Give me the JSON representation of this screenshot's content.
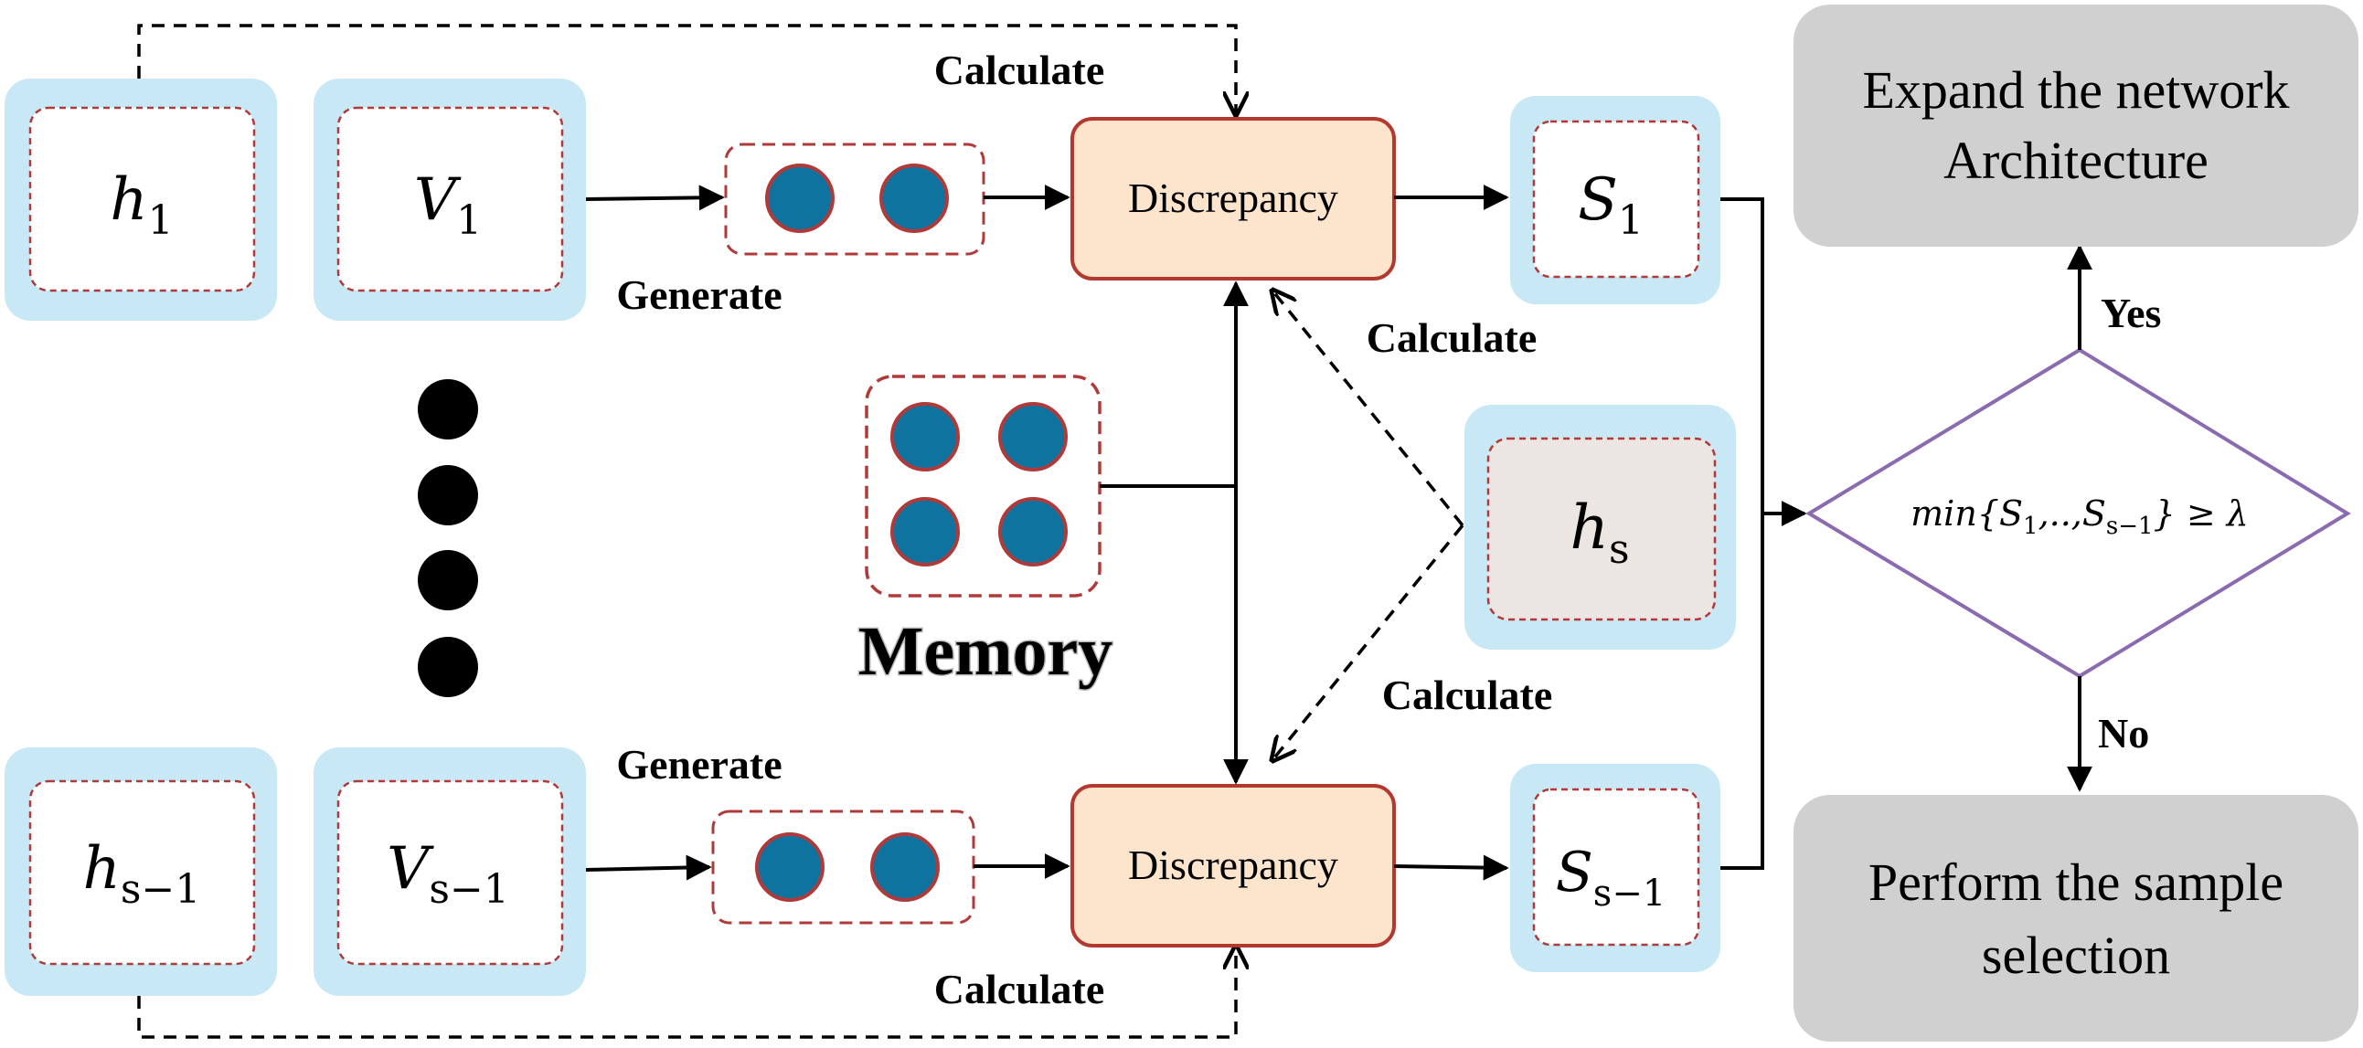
{
  "labels": {
    "calculate_top": "Calculate",
    "calculate_bottom": "Calculate",
    "calculate_upper_diag": "Calculate",
    "calculate_lower_diag": "Calculate",
    "generate_top": "Generate",
    "generate_bottom": "Generate",
    "memory": "Memory",
    "yes": "Yes",
    "no": "No"
  },
  "nodes": {
    "h1": {
      "base": "h",
      "sub": "1"
    },
    "v1": {
      "base": "V",
      "sub": "1"
    },
    "hs1": {
      "base": "h",
      "sub": "s−1"
    },
    "vs1": {
      "base": "V",
      "sub": "s−1"
    },
    "hs": {
      "base": "h",
      "sub": "s"
    },
    "s1": {
      "base": "S",
      "sub": "1"
    },
    "ss1": {
      "base": "S",
      "sub": "s−1"
    },
    "discrepancy_top": "Discrepancy",
    "discrepancy_bottom": "Discrepancy",
    "condition": {
      "prefix": "min{S",
      "sub1": "1",
      "mid": ",..,S",
      "sub2": "s−1",
      "suffix": "} ≥ λ"
    },
    "expand": {
      "line1": "Expand the network",
      "line2": "Architecture"
    },
    "perform": {
      "line1": "Perform the sample",
      "line2": "selection"
    }
  },
  "colors": {
    "light_blue": "#c8e8f6",
    "dashed_red": "#b03a3a",
    "discrepancy_fill": "#fde4cc",
    "discrepancy_stroke": "#b5382f",
    "dot_fill": "#0f73a0",
    "gray_box": "#d0d0d0",
    "hs_fill": "#ece6e2",
    "diamond_stroke": "#8a6bb0"
  }
}
